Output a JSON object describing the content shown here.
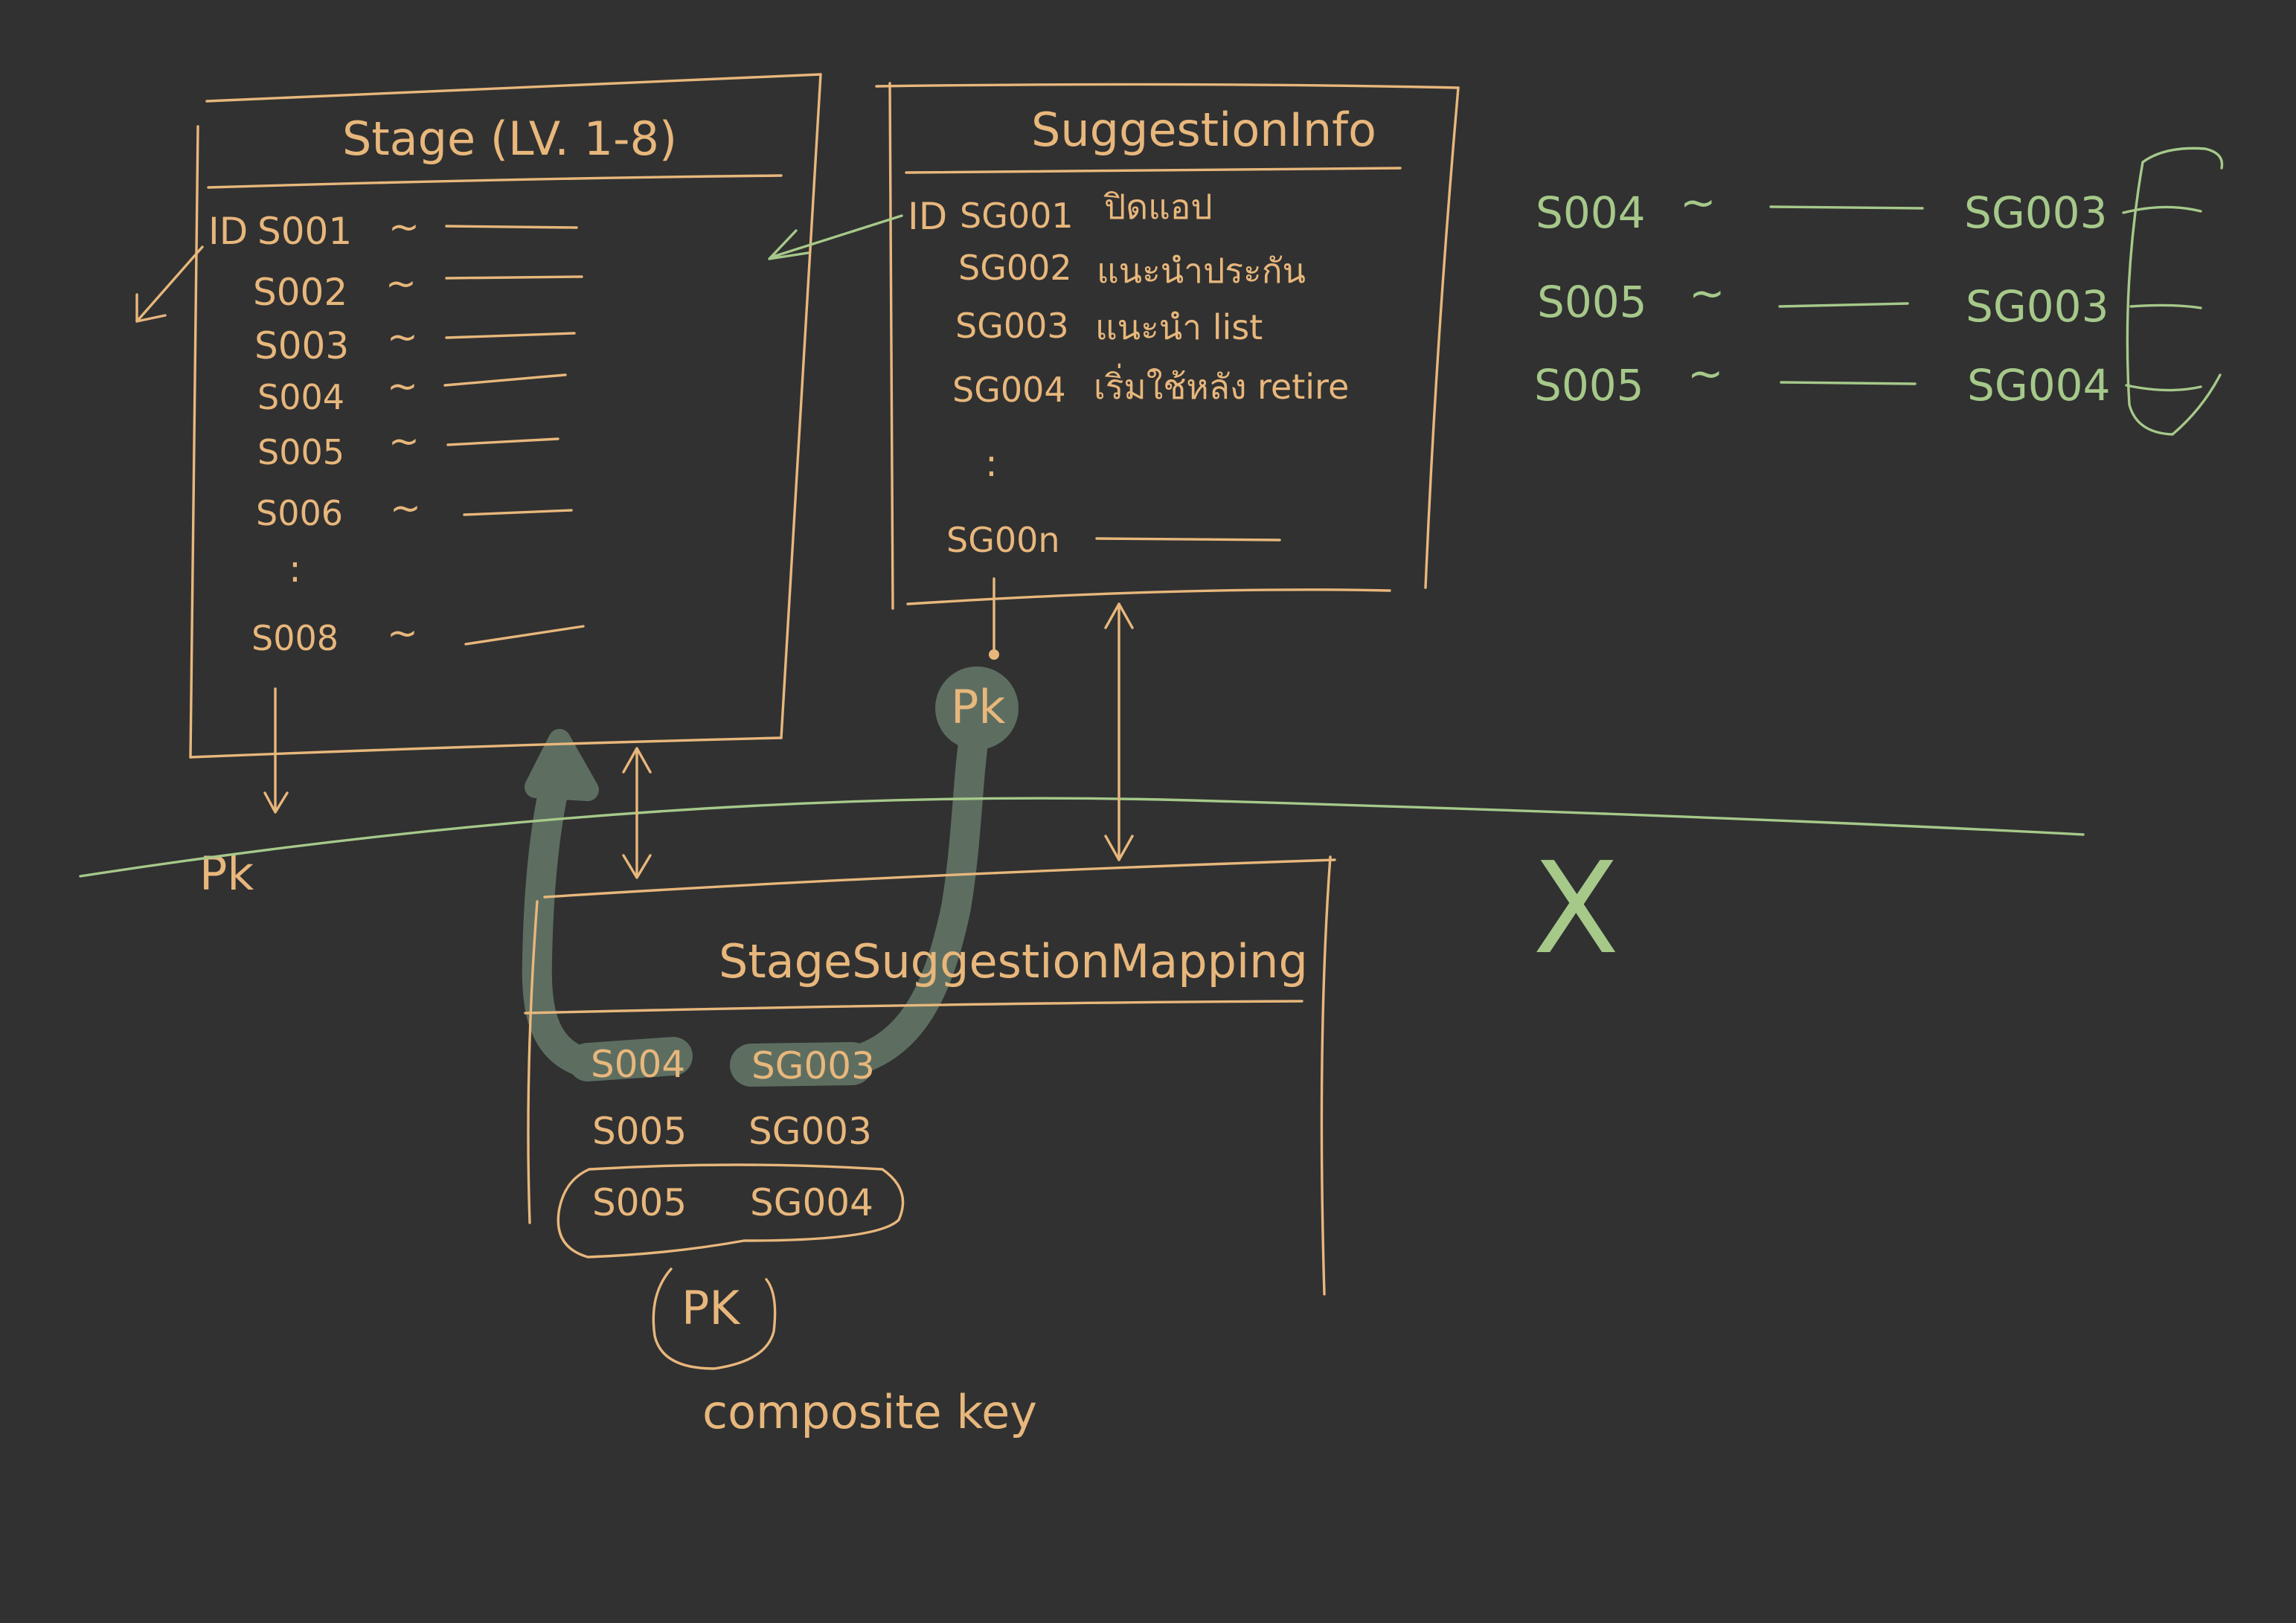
{
  "stage_table": {
    "title": "Stage (LV. 1-8)",
    "id_label": "ID",
    "rows": [
      "S001",
      "S002",
      "S003",
      "S004",
      "S005",
      "S006",
      "S008"
    ],
    "ellipsis": ":",
    "tilde": "~"
  },
  "suggestion_table": {
    "title": "SuggestionInfo",
    "id_label": "ID",
    "rows": [
      {
        "id": "SG001",
        "text": "ปิดแอป"
      },
      {
        "id": "SG002",
        "text": "แนะนำประกัน"
      },
      {
        "id": "SG003",
        "text": "แนะนำ list"
      },
      {
        "id": "SG004",
        "text": "เริ่มใช้หลัง retire"
      },
      {
        "id": "SG00n",
        "text": ""
      }
    ],
    "ellipsis": ":"
  },
  "mapping_table": {
    "title": "StageSuggestionMapping",
    "rows": [
      {
        "stage": "S004",
        "suggestion": "SG003"
      },
      {
        "stage": "S005",
        "suggestion": "SG003"
      },
      {
        "stage": "S005",
        "suggestion": "SG004"
      }
    ]
  },
  "keys": {
    "stage_pk": "Pk",
    "suggestion_pk": "Pk",
    "mapping_pk": "PK",
    "composite_key": "composite key"
  },
  "joined_example": {
    "rows": [
      {
        "stage": "S004",
        "tilde": "~",
        "suggestion": "SG003"
      },
      {
        "stage": "S005",
        "tilde": "~",
        "suggestion": "SG003"
      },
      {
        "stage": "S005",
        "tilde": "~",
        "suggestion": "SG004"
      }
    ]
  },
  "cross_mark": "X",
  "colors": {
    "background": "#313131",
    "orange_ink": "#e8b77c",
    "green_ink": "#a6c98a",
    "highlight": "#5d6e60"
  }
}
